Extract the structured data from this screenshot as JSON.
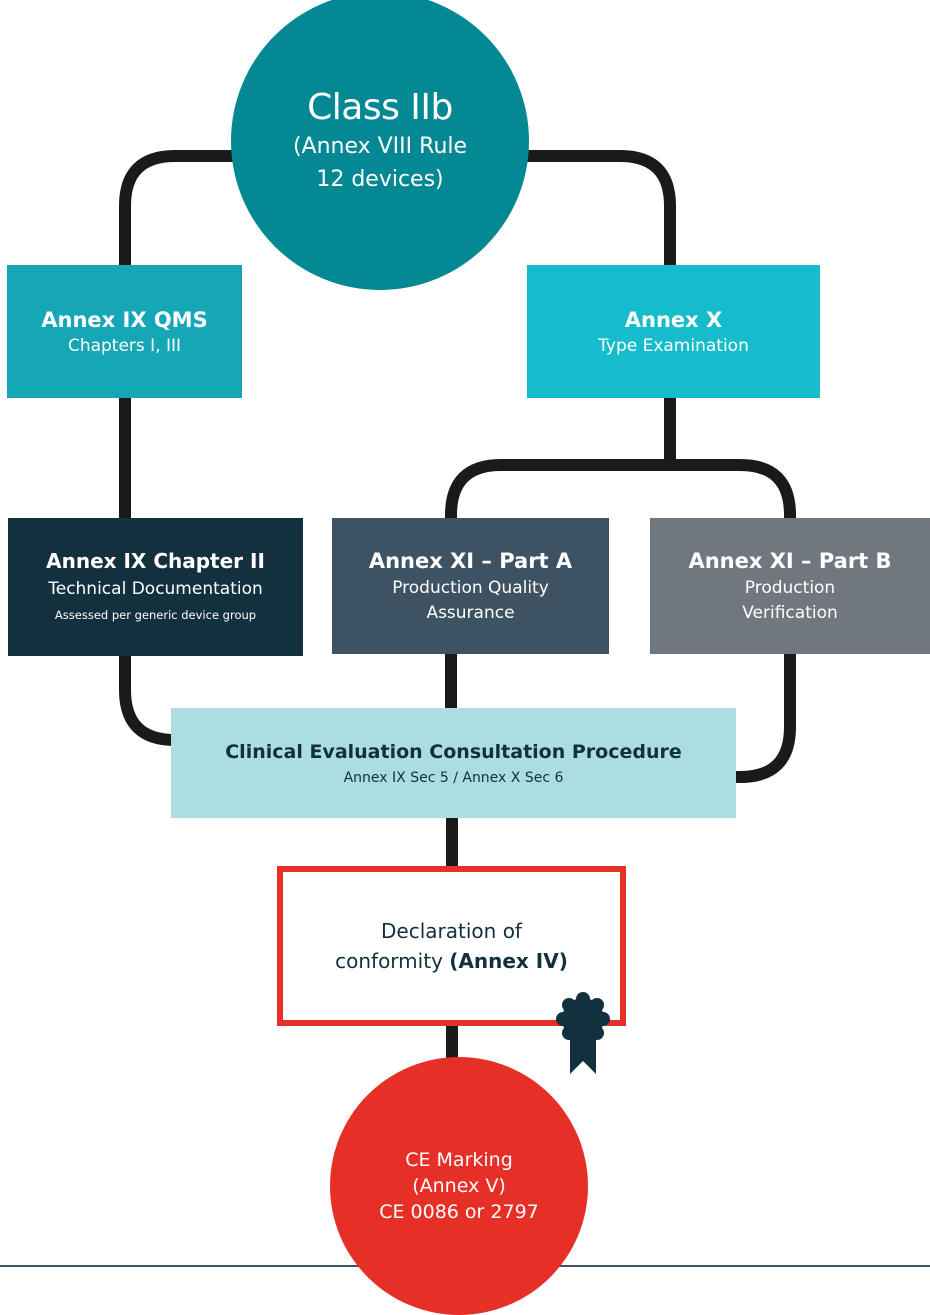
{
  "class_node": {
    "title": "Class IIb",
    "subtitle": "(Annex VIII Rule 12 devices)"
  },
  "qms_node": {
    "title": "Annex IX QMS",
    "subtitle": "Chapters I, III"
  },
  "type_exam_node": {
    "title": "Annex X",
    "subtitle": "Type Examination"
  },
  "tech_doc_node": {
    "title": "Annex IX Chapter II",
    "subtitle": "Technical Documentation",
    "note": "Assessed per generic device group"
  },
  "part_a_node": {
    "title": "Annex XI – Part A",
    "subtitle": "Production Quality Assurance"
  },
  "part_b_node": {
    "title": "Annex XI – Part B",
    "subtitle": "Production Verification"
  },
  "clinical_node": {
    "title": "Clinical Evaluation Consultation Procedure",
    "subtitle": "Annex IX Sec 5 / Annex X Sec 6"
  },
  "declaration_node": {
    "line1": "Declaration of",
    "line2_plain": "conformity ",
    "line2_bold": "(Annex IV)"
  },
  "ce_node": {
    "line1": "CE Marking",
    "line2": "(Annex V)",
    "line3": "CE 0086 or 2797"
  },
  "icons": {
    "seal": "award-seal-icon"
  },
  "colors": {
    "class_circle": "#048893",
    "qms_box": "#16a7b7",
    "type_exam_box": "#16bccb",
    "tech_doc_box": "#13303f",
    "part_a_box": "#3d5262",
    "part_b_box": "#71777f",
    "clinical_box": "#abdde3",
    "declaration_border": "#e62f27",
    "ce_circle": "#e62f27",
    "connector": "#1a1a1a"
  }
}
